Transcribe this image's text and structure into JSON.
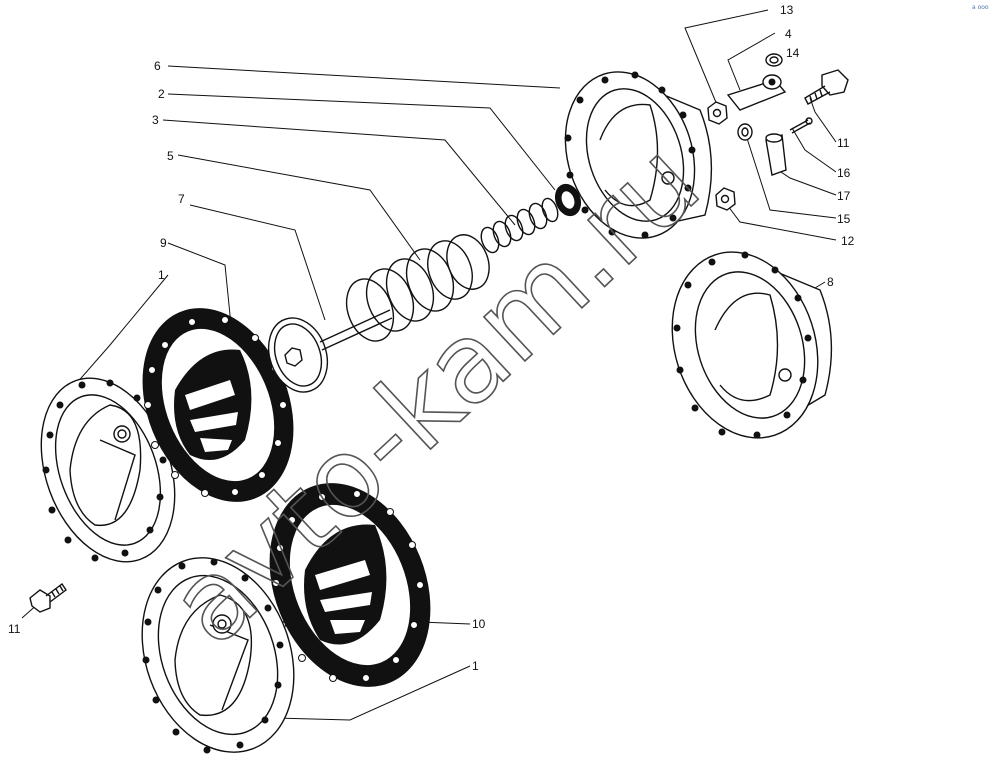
{
  "callouts": [
    {
      "id": "c13",
      "text": "13"
    },
    {
      "id": "c4",
      "text": "4"
    },
    {
      "id": "c14",
      "text": "14"
    },
    {
      "id": "c6",
      "text": "6"
    },
    {
      "id": "c2",
      "text": "2"
    },
    {
      "id": "c3",
      "text": "3"
    },
    {
      "id": "c5",
      "text": "5"
    },
    {
      "id": "c7",
      "text": "7"
    },
    {
      "id": "c9",
      "text": "9"
    },
    {
      "id": "c1a",
      "text": "1"
    },
    {
      "id": "c11a",
      "text": "11"
    },
    {
      "id": "c16",
      "text": "16"
    },
    {
      "id": "c17",
      "text": "17"
    },
    {
      "id": "c15",
      "text": "15"
    },
    {
      "id": "c12",
      "text": "12"
    },
    {
      "id": "c8",
      "text": "8"
    },
    {
      "id": "c10",
      "text": "10"
    },
    {
      "id": "c1b",
      "text": "1"
    },
    {
      "id": "c11b",
      "text": "11"
    }
  ],
  "watermark": "avto-kam.ru",
  "corner_mark": "a ooo",
  "colors": {
    "ink": "#111111",
    "background": "#ffffff"
  }
}
